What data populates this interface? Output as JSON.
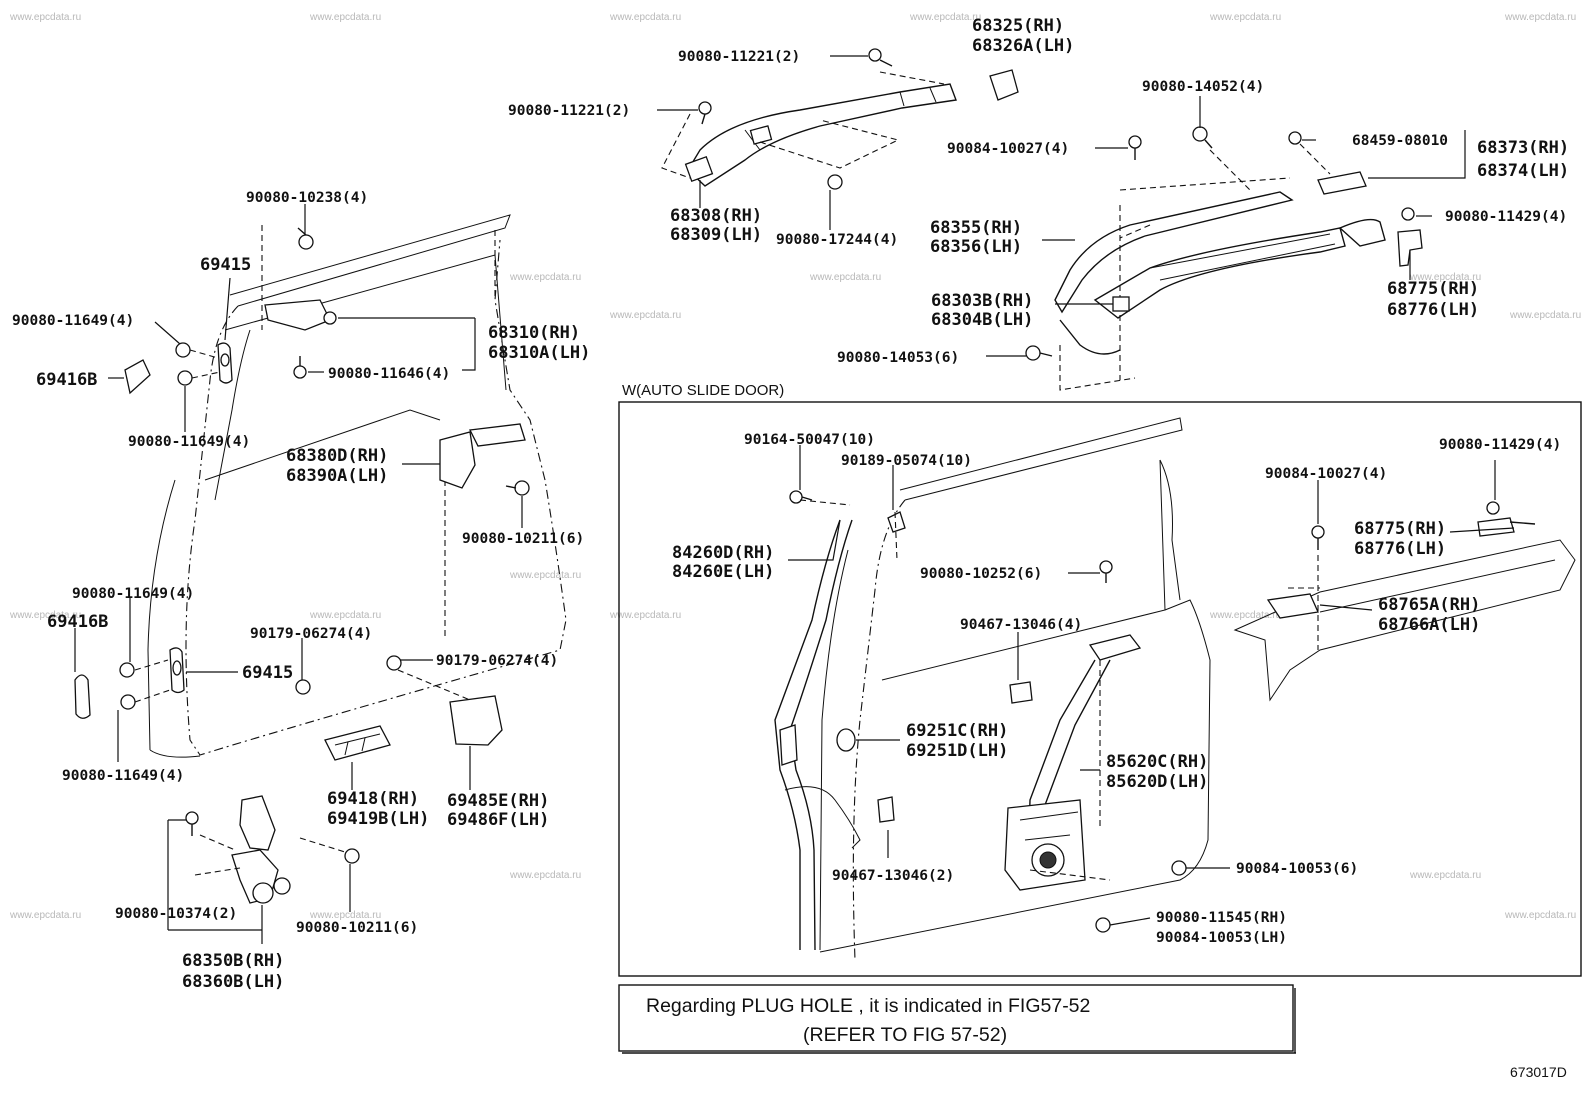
{
  "watermark": "www.epcdata.ru",
  "figure_code": "673017D",
  "auto_slide_box_title": "W(AUTO SLIDE DOOR)",
  "note": {
    "line1": "Regarding  PLUG HOLE , it is  indicated  in  FIG57-52",
    "line2": "(REFER TO FIG 57-52)"
  },
  "labels": {
    "p90080_11221_a": "90080-11221(2)",
    "p68325": "68325(RH)",
    "p68326a": "68326A(LH)",
    "p90080_11221_b": "90080-11221(2)",
    "p90080_14052": "90080-14052(4)",
    "p90084_10027_a": "90084-10027(4)",
    "p68459": "68459-08010",
    "p68373": "68373(RH)",
    "p68374": "68374(LH)",
    "p90080_11429_a": "90080-11429(4)",
    "p68308": "68308(RH)",
    "p68309": "68309(LH)",
    "p90080_17244": "90080-17244(4)",
    "p68355": "68355(RH)",
    "p68356": "68356(LH)",
    "p68775_a": "68775(RH)",
    "p68776_a": "68776(LH)",
    "p68303b": "68303B(RH)",
    "p68304b": "68304B(LH)",
    "p90080_14053": "90080-14053(6)",
    "p90080_10238": "90080-10238(4)",
    "p69415_a": "69415",
    "p90080_11649_a": "90080-11649(4)",
    "p68310": "68310(RH)",
    "p68310a": "68310A(LH)",
    "p69416b_a": "69416B",
    "p90080_11646": "90080-11646(4)",
    "p90080_11649_b": "90080-11649(4)",
    "p68380d": "68380D(RH)",
    "p68390a": "68390A(LH)",
    "p90080_10211_a": "90080-10211(6)",
    "p90080_11649_c": "90080-11649(4)",
    "p69416b_b": "69416B",
    "p90179_06274_a": "90179-06274(4)",
    "p90179_06274_b": "90179-06274(4)",
    "p69415_b": "69415",
    "p90080_11649_d": "90080-11649(4)",
    "p69418": "69418(RH)",
    "p69419b": "69419B(LH)",
    "p69485e": "69485E(RH)",
    "p69486f": "69486F(LH)",
    "p90080_10374": "90080-10374(2)",
    "p90080_10211_b": "90080-10211(6)",
    "p68350b": "68350B(RH)",
    "p68360b": "68360B(LH)",
    "p90164_50047": "90164-50047(10)",
    "p90189_05074": "90189-05074(10)",
    "p90080_11429_b": "90080-11429(4)",
    "p90084_10027_b": "90084-10027(4)",
    "p84260d": "84260D(RH)",
    "p84260e": "84260E(LH)",
    "p68775_b": "68775(RH)",
    "p68776_b": "68776(LH)",
    "p90080_10252": "90080-10252(6)",
    "p68765a": "68765A(RH)",
    "p68766a": "68766A(LH)",
    "p90467_13046_a": "90467-13046(4)",
    "p69251c": "69251C(RH)",
    "p69251d": "69251D(LH)",
    "p85620c": "85620C(RH)",
    "p85620d": "85620D(LH)",
    "p90467_13046_b": "90467-13046(2)",
    "p90084_10053": "90084-10053(6)",
    "p90080_11545": "90080-11545(RH)",
    "p90084_10053_lh": "90084-10053(LH)"
  }
}
